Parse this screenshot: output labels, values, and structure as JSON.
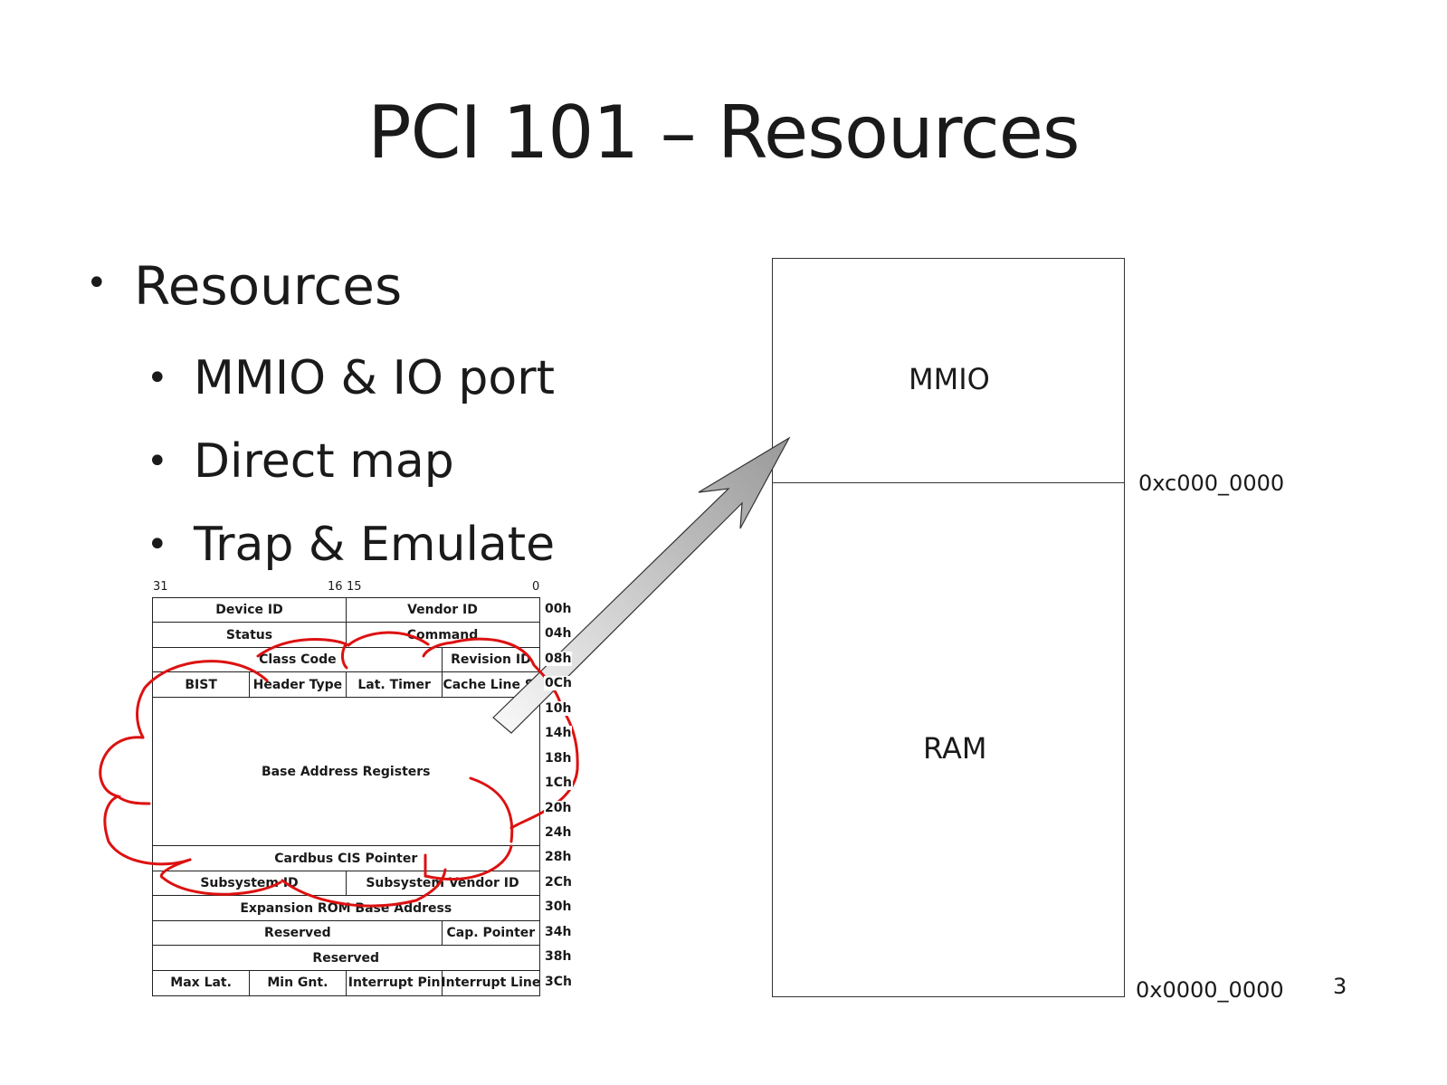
{
  "title": "PCI 101 – Resources",
  "bullets": {
    "level1": "Resources",
    "level2": [
      "MMIO & IO port",
      "Direct map",
      "Trap & Emulate"
    ]
  },
  "config_space": {
    "bit_labels": [
      "31",
      "16",
      "15",
      "0"
    ],
    "rows": [
      {
        "offset": "00h",
        "fields": [
          {
            "label": "Device ID",
            "bytes": 2
          },
          {
            "label": "Vendor ID",
            "bytes": 2
          }
        ]
      },
      {
        "offset": "04h",
        "fields": [
          {
            "label": "Status",
            "bytes": 2
          },
          {
            "label": "Command",
            "bytes": 2
          }
        ]
      },
      {
        "offset": "08h",
        "fields": [
          {
            "label": "Class Code",
            "bytes": 3
          },
          {
            "label": "Revision ID",
            "bytes": 1
          }
        ]
      },
      {
        "offset": "0Ch",
        "fields": [
          {
            "label": "BIST",
            "bytes": 1
          },
          {
            "label": "Header Type",
            "bytes": 1
          },
          {
            "label": "Lat. Timer",
            "bytes": 1
          },
          {
            "label": "Cache Line S.",
            "bytes": 1
          }
        ]
      },
      {
        "offset": "10h",
        "fields": [
          {
            "label": "Base Address Registers",
            "bytes": 4,
            "rows": 6
          }
        ]
      },
      {
        "offset": "14h",
        "fields": []
      },
      {
        "offset": "18h",
        "fields": []
      },
      {
        "offset": "1Ch",
        "fields": []
      },
      {
        "offset": "20h",
        "fields": []
      },
      {
        "offset": "24h",
        "fields": []
      },
      {
        "offset": "28h",
        "fields": [
          {
            "label": "Cardbus CIS Pointer",
            "bytes": 4
          }
        ]
      },
      {
        "offset": "2Ch",
        "fields": [
          {
            "label": "Subsystem ID",
            "bytes": 2
          },
          {
            "label": "Subsystem Vendor ID",
            "bytes": 2
          }
        ]
      },
      {
        "offset": "30h",
        "fields": [
          {
            "label": "Expansion ROM Base Address",
            "bytes": 4
          }
        ]
      },
      {
        "offset": "34h",
        "fields": [
          {
            "label": "Reserved",
            "bytes": 3
          },
          {
            "label": "Cap. Pointer",
            "bytes": 1
          }
        ]
      },
      {
        "offset": "38h",
        "fields": [
          {
            "label": "Reserved",
            "bytes": 4
          }
        ]
      },
      {
        "offset": "3Ch",
        "fields": [
          {
            "label": "Max Lat.",
            "bytes": 1
          },
          {
            "label": "Min Gnt.",
            "bytes": 1
          },
          {
            "label": "Interrupt Pin",
            "bytes": 1
          },
          {
            "label": "Interrupt Line",
            "bytes": 1
          }
        ]
      }
    ]
  },
  "memory_map": {
    "regions": [
      "MMIO",
      "RAM"
    ],
    "addresses": [
      "0xc000_0000",
      "0x0000_0000"
    ]
  },
  "page_number": "3",
  "colors": {
    "annotation": "#dd1111",
    "text": "#1a1a1a"
  }
}
